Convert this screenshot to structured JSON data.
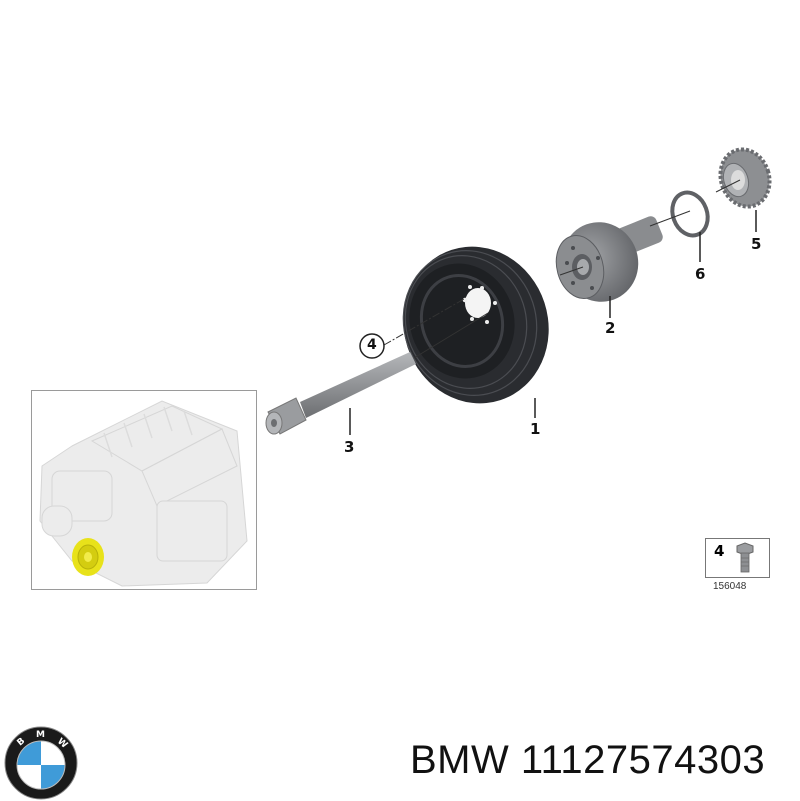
{
  "diagram": {
    "callouts": [
      {
        "id": "1",
        "label": "1",
        "part": "pulley"
      },
      {
        "id": "2",
        "label": "2",
        "part": "hub"
      },
      {
        "id": "3",
        "label": "3",
        "part": "central-bolt"
      },
      {
        "id": "4",
        "label": "4",
        "part": "bolt"
      },
      {
        "id": "5",
        "label": "5",
        "part": "sprocket"
      },
      {
        "id": "6",
        "label": "6",
        "part": "washer"
      }
    ],
    "legend": {
      "number": "4",
      "code": "156048"
    },
    "colors": {
      "highlight": "#e8e21a",
      "part_dark": "#2a2c30",
      "part_gray": "#7d7f82"
    }
  },
  "footer": {
    "brand": "BMW",
    "part_number": "11127574303",
    "title": "BMW 11127574303",
    "logo_letters": [
      "B",
      "M",
      "W"
    ],
    "logo_colors": {
      "blue": "#3f9bd8",
      "white": "#ffffff",
      "ring": "#1a1a1a"
    }
  }
}
